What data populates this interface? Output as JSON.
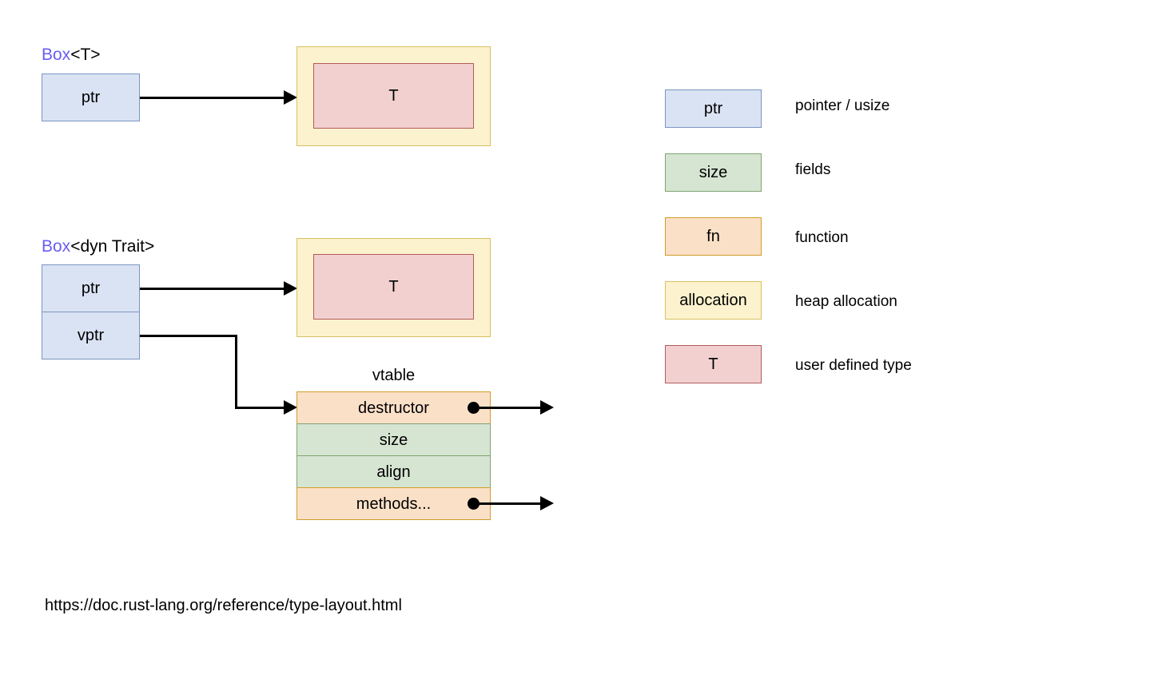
{
  "diagram": {
    "title_url": "https://doc.rust-lang.org/reference/type-layout.html",
    "colors": {
      "pointer_fill": "#dae3f3",
      "pointer_stroke": "#7a95c2",
      "fields_fill": "#d6e5d2",
      "fields_stroke": "#7fa470",
      "function_fill": "#fbe0c8",
      "function_stroke": "#d19d29",
      "allocation_fill": "#fcf2cd",
      "allocation_stroke": "#d7c161",
      "type_fill": "#f2d0d0",
      "type_stroke": "#b25c5c",
      "keyword": "#6a5df0",
      "connector": "#000000"
    }
  },
  "box_t": {
    "label_keyword": "Box",
    "label_generic": "<T>",
    "ptr_cell": "ptr",
    "allocation_inner": "T"
  },
  "box_dyn_trait": {
    "label_keyword": "Box",
    "label_generic": "<dyn Trait>",
    "ptr_cell": "ptr",
    "vptr_cell": "vptr",
    "allocation_inner": "T"
  },
  "vtable": {
    "caption": "vtable",
    "rows": [
      {
        "label": "destructor",
        "kind": "fn",
        "has_fn_pointer": true
      },
      {
        "label": "size",
        "kind": "field",
        "has_fn_pointer": false
      },
      {
        "label": "align",
        "kind": "field",
        "has_fn_pointer": false
      },
      {
        "label": "methods...",
        "kind": "fn",
        "has_fn_pointer": true
      }
    ]
  },
  "legend": {
    "items": [
      {
        "swatch": "ptr",
        "kind": "ptr",
        "description": "pointer / usize"
      },
      {
        "swatch": "size",
        "kind": "field",
        "description": "fields"
      },
      {
        "swatch": "fn",
        "kind": "fn",
        "description": "function"
      },
      {
        "swatch": "allocation",
        "kind": "alloc",
        "description": "heap allocation"
      },
      {
        "swatch": "T",
        "kind": "type",
        "description": "user defined type"
      }
    ]
  }
}
